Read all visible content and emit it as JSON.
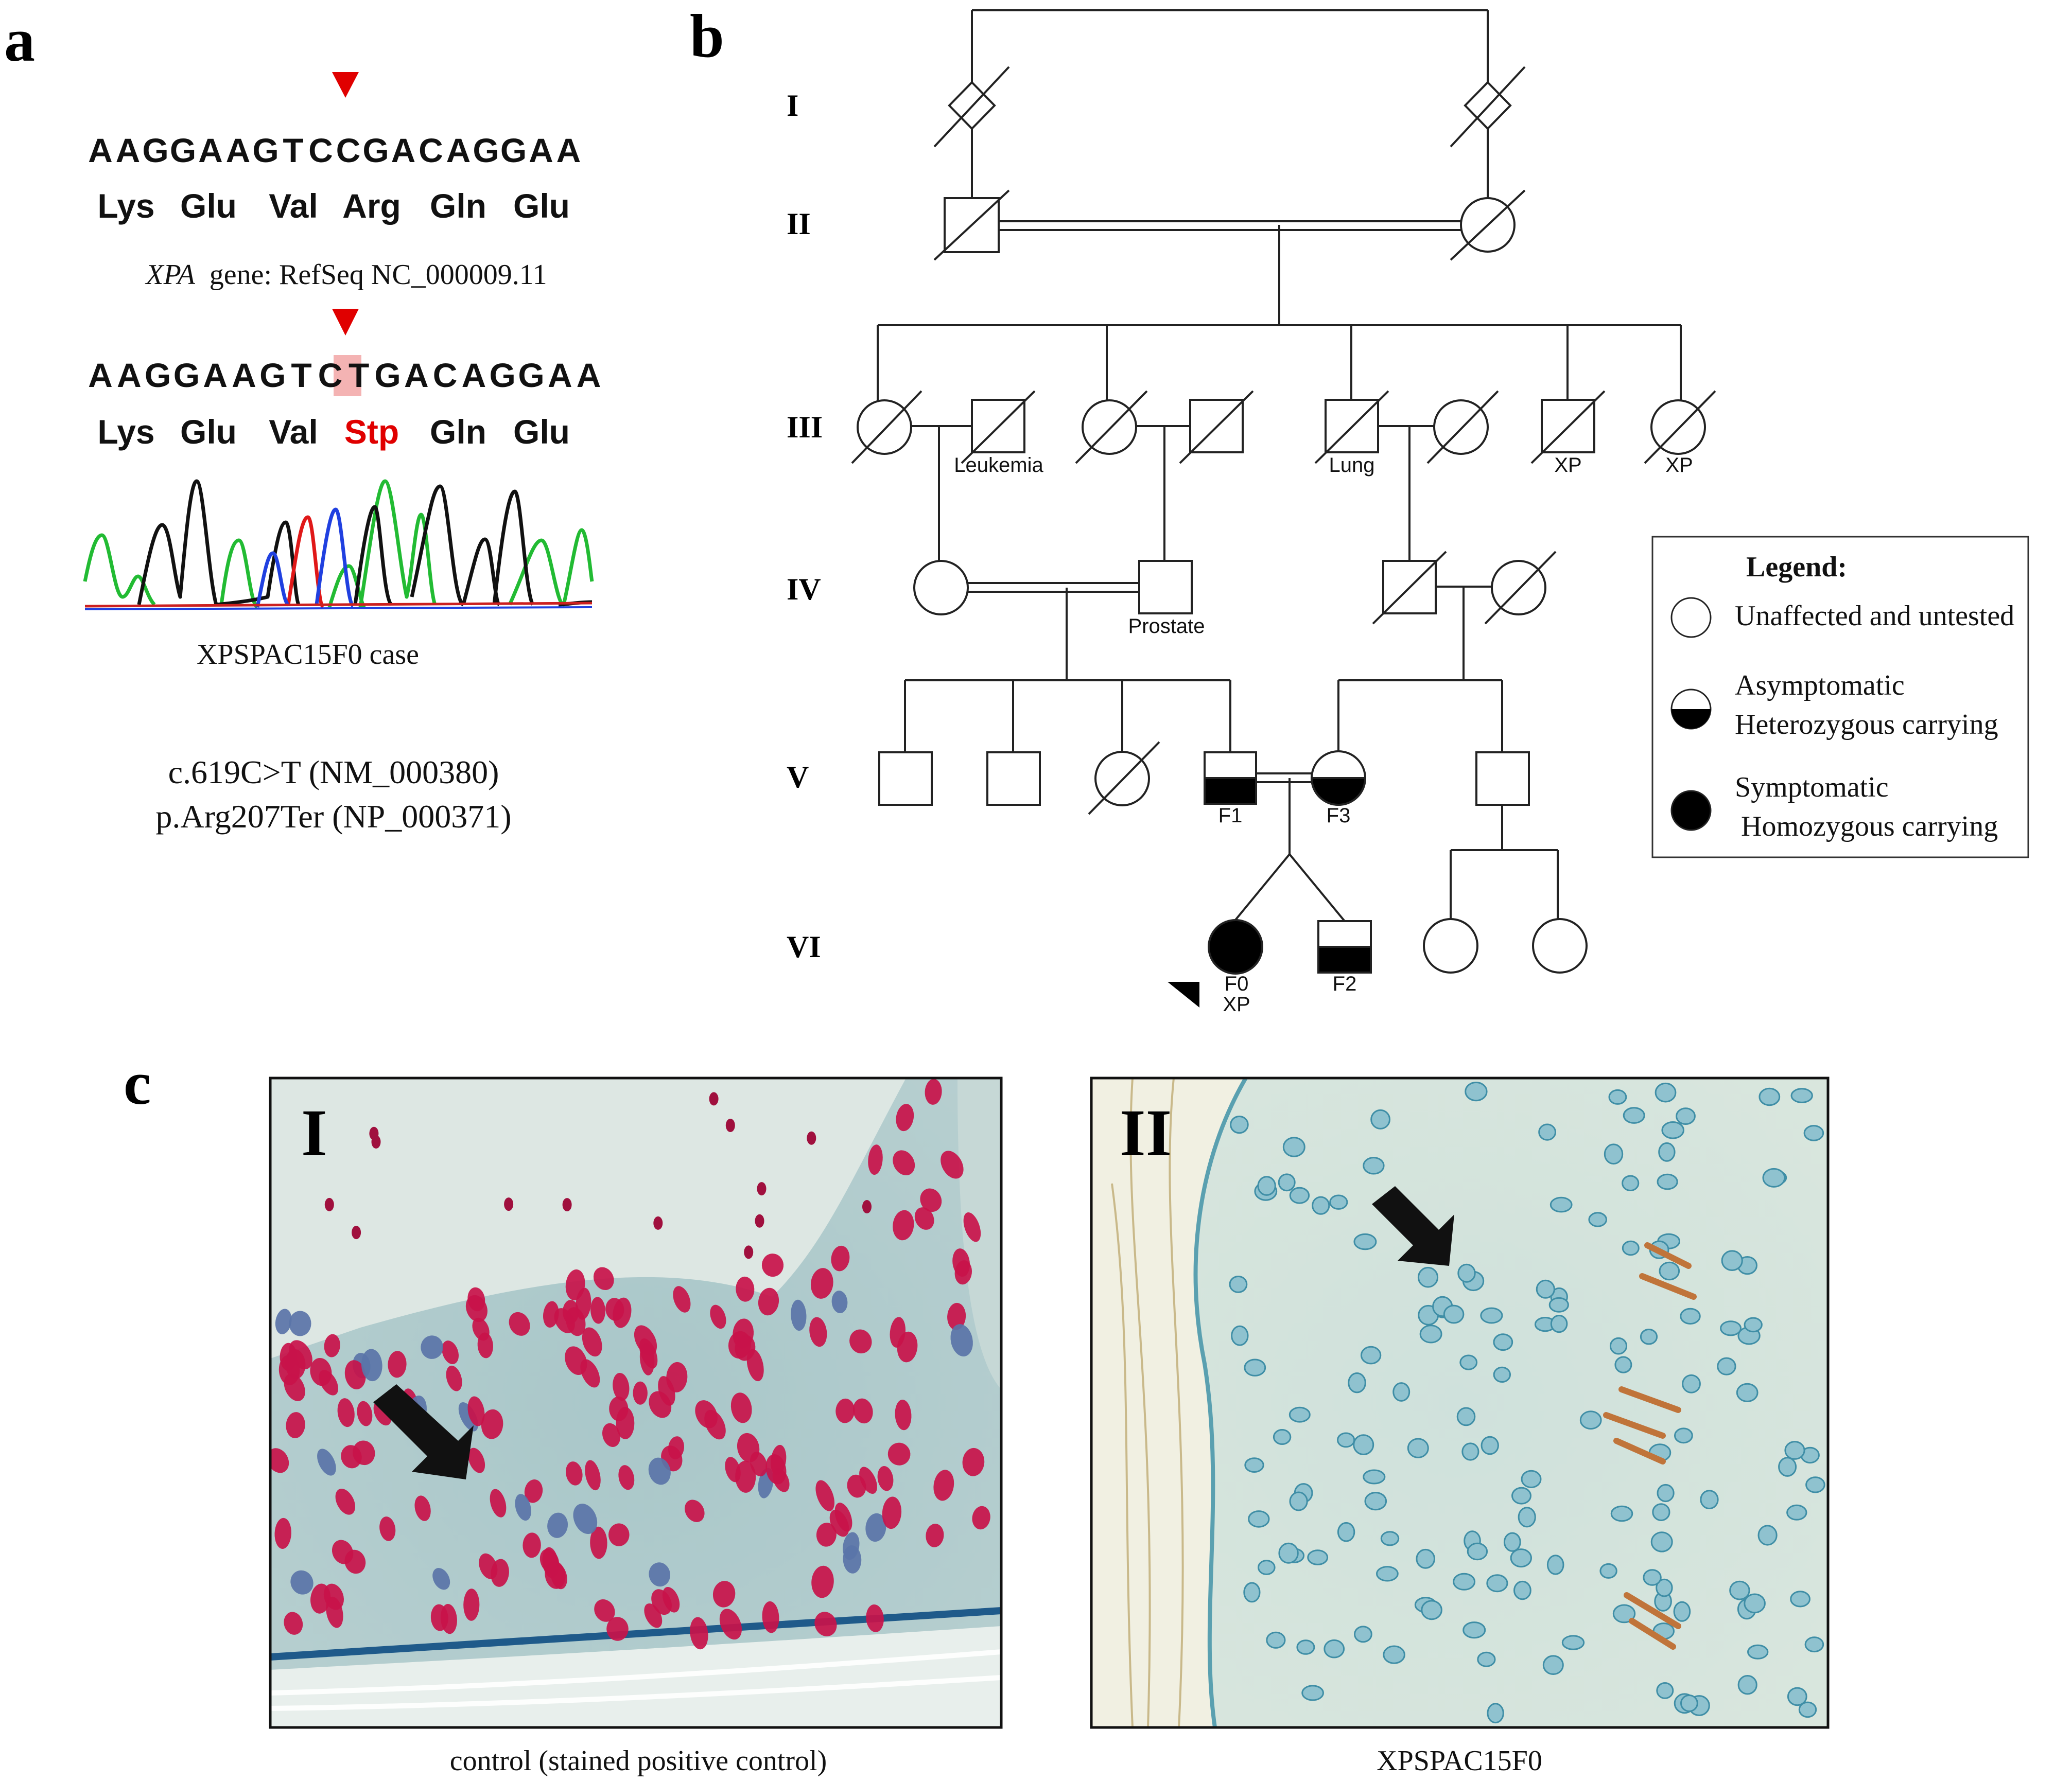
{
  "panel_a": {
    "label": "a",
    "ref_sequence": [
      "A",
      "A",
      "G",
      "G",
      "A",
      "A",
      "G",
      "T",
      "C",
      "C",
      "G",
      "A",
      "C",
      "A",
      "G",
      "G",
      "A",
      "A"
    ],
    "ref_aminoacids": [
      "Lys",
      "Glu",
      "Val",
      "Arg",
      "Gln",
      "Glu"
    ],
    "gene_name": "XPA",
    "gene_ref": "gene: RefSeq NC_000009.11",
    "mut_sequence": [
      "A",
      "A",
      "G",
      "G",
      "A",
      "A",
      "G",
      "T",
      "C",
      "T",
      "G",
      "A",
      "C",
      "A",
      "G",
      "G",
      "A",
      "A"
    ],
    "mutated_base_index": 9,
    "mut_aminoacids": [
      "Lys",
      "Glu",
      "Val",
      "Stp",
      "Gln",
      "Glu"
    ],
    "stop_codon_index": 3,
    "case_label": "XPSPAC15F0 case",
    "cdna_change": "c.619C>T (NM_000380)",
    "protein_change": "p.Arg207Ter (NP_000371)",
    "colors": {
      "arrow": "#e00000",
      "stop": "#e00000",
      "highlight": "#f4b3b3",
      "trace_green": "#22bb33",
      "trace_black": "#111111",
      "trace_red": "#e01818",
      "trace_blue": "#2040e0"
    }
  },
  "panel_b": {
    "label": "b",
    "generations": [
      "I",
      "II",
      "III",
      "IV",
      "V",
      "VI"
    ],
    "individual_labels": {
      "III_2": "Leukemia",
      "III_5": "Lung",
      "III_7": "XP",
      "III_8": "XP",
      "IV_2": "Prostate",
      "V_4": "F1",
      "V_5": "F3",
      "VI_1_id": "F0",
      "VI_1_dx": "XP",
      "VI_2": "F2"
    },
    "legend": {
      "title": "Legend:",
      "items": [
        {
          "symbol": "unaffected",
          "lines": [
            "Unaffected and untested"
          ]
        },
        {
          "symbol": "heterozygous",
          "lines": [
            "Asymptomatic",
            "Heterozygous carrying"
          ]
        },
        {
          "symbol": "homozygous",
          "lines": [
            "Symptomatic",
            "Homozygous carrying"
          ]
        }
      ]
    }
  },
  "panel_c": {
    "label": "c",
    "images": [
      {
        "numeral": "I",
        "caption": "control (stained positive control)"
      },
      {
        "numeral": "II",
        "caption": "XPSPAC15F0"
      }
    ]
  }
}
